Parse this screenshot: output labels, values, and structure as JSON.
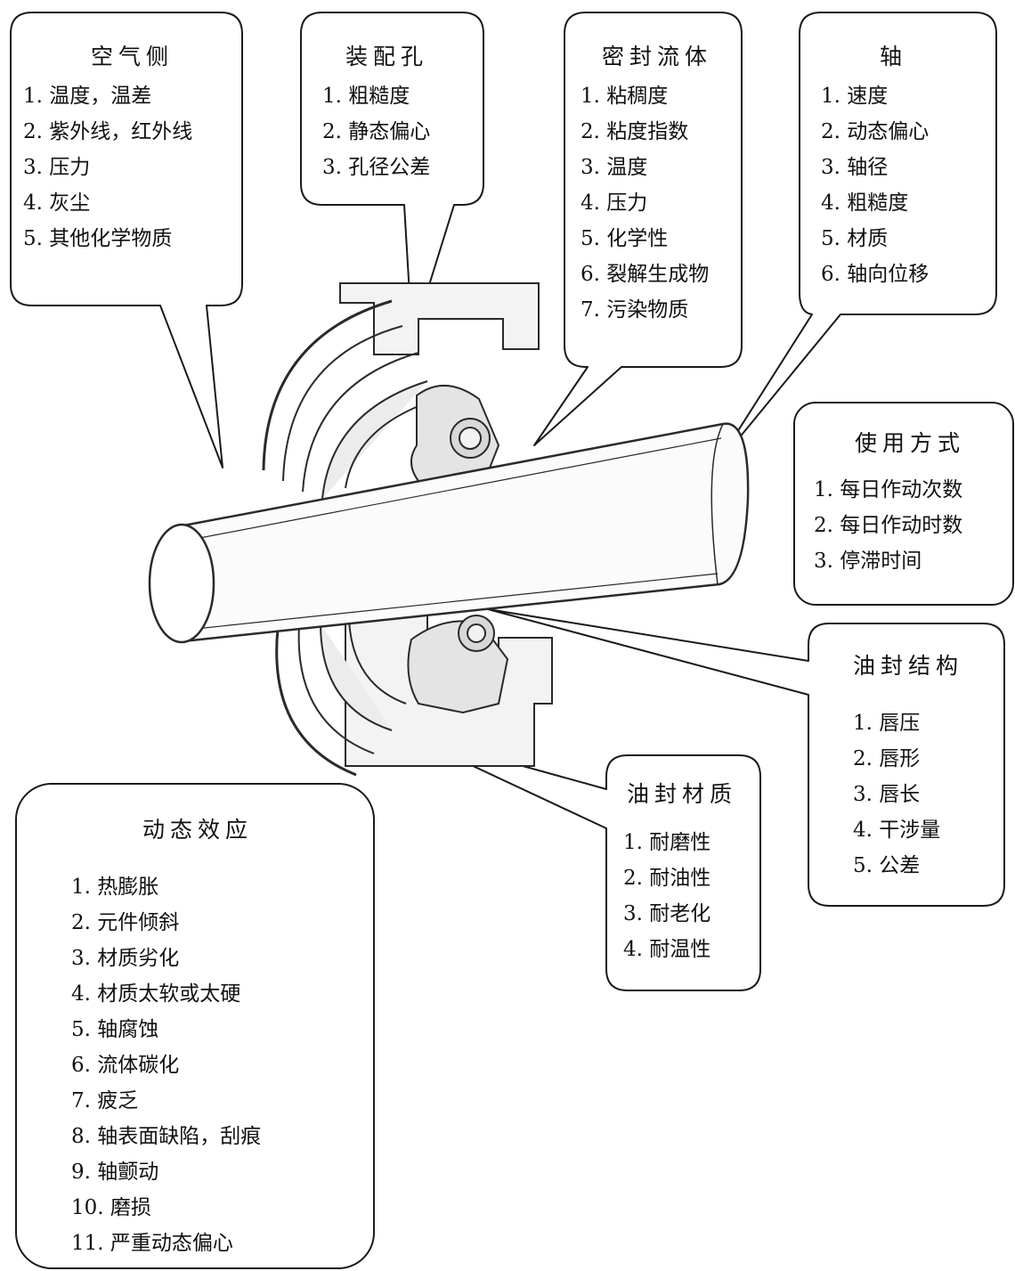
{
  "boxes": {
    "air_side": {
      "title": "空气侧",
      "items": [
        "1. 温度，温差",
        "2. 紫外线，红外线",
        "3. 压力",
        "4. 灰尘",
        "5. 其他化学物质"
      ]
    },
    "bore": {
      "title": "装配孔",
      "items": [
        "1. 粗糙度",
        "2. 静态偏心",
        "3. 孔径公差"
      ]
    },
    "sealed_fluid": {
      "title": "密封流体",
      "items": [
        "1. 粘稠度",
        "2. 粘度指数",
        "3. 温度",
        "4. 压力",
        "5. 化学性",
        "6. 裂解生成物",
        "7. 污染物质"
      ]
    },
    "shaft": {
      "title": "轴",
      "items": [
        "1. 速度",
        "2. 动态偏心",
        "3. 轴径",
        "4. 粗糙度",
        "5. 材质",
        "6. 轴向位移"
      ]
    },
    "usage": {
      "title": "使用方式",
      "items": [
        "1. 每日作动次数",
        "2. 每日作动时数",
        "3. 停滞时间"
      ]
    },
    "seal_structure": {
      "title": "油封结构",
      "items": [
        "1. 唇压",
        "2. 唇形",
        "3. 唇长",
        "4. 干涉量",
        "5. 公差"
      ]
    },
    "seal_material": {
      "title": "油封材质",
      "items": [
        "1. 耐磨性",
        "2. 耐油性",
        "3. 耐老化",
        "4. 耐温性"
      ]
    },
    "dynamic_effects": {
      "title": "动态效应",
      "items": [
        "1. 热膨胀",
        "2. 元件倾斜",
        "3. 材质劣化",
        "4. 材质太软或太硬",
        "5. 轴腐蚀",
        "6. 流体碳化",
        "7. 疲乏",
        "8. 轴表面缺陷，刮痕",
        "9. 轴颤动",
        "10. 磨损",
        "11. 严重动态偏心"
      ]
    }
  }
}
